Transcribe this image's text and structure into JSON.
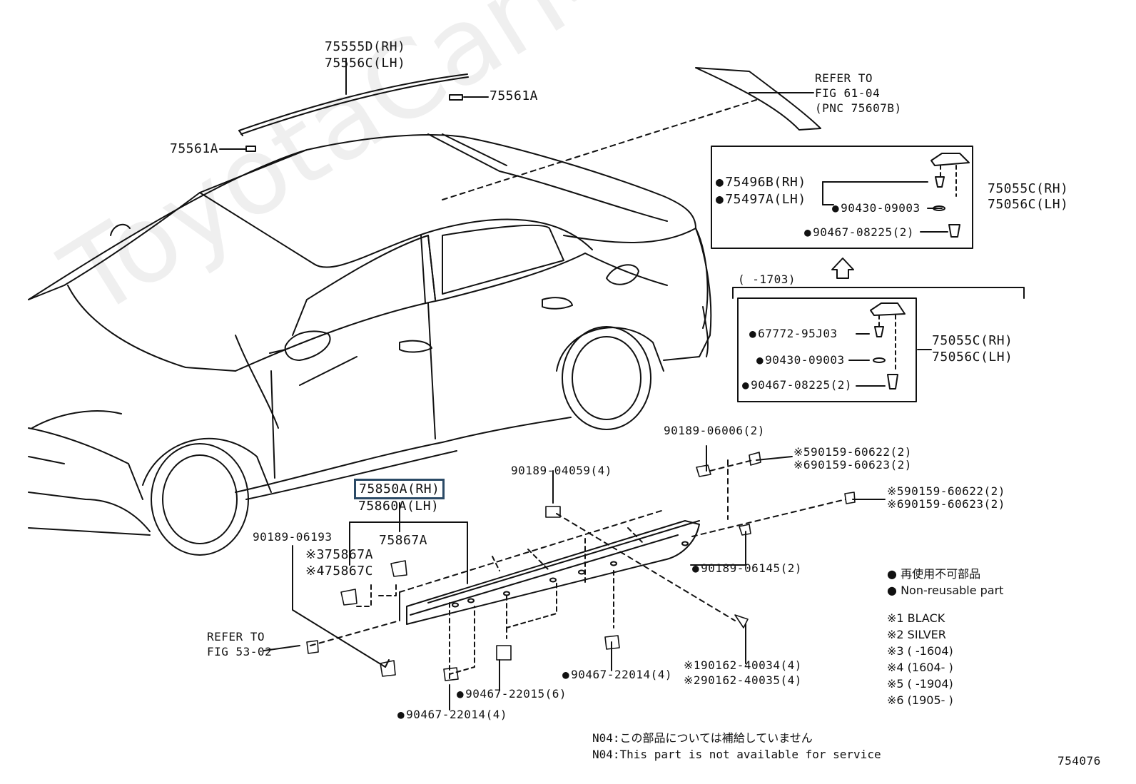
{
  "watermark": "ToyotaCarMine.ru",
  "figure_number": "754076",
  "labels": {
    "moulding_top_rh": "75555D(RH)",
    "moulding_top_lh": "75556C(LH)",
    "clip_top_right": "75561A",
    "clip_top_left": "75561A",
    "refer_top_1": "REFER TO",
    "refer_top_2": "FIG 61-04",
    "refer_top_3": "(PNC 75607B)",
    "upper_box_rh": "75055C(RH)",
    "upper_box_lh": "75056C(LH)",
    "upper_box_a": "75496B(RH)",
    "upper_box_b": "75497A(LH)",
    "upper_box_c": "90430-09003",
    "upper_box_d": "90467-08225(2)",
    "range_1703": "(    -1703)",
    "lower_box_rh": "75055C(RH)",
    "lower_box_lh": "75056C(LH)",
    "lower_box_a": "67772-95J03",
    "lower_box_b": "90430-09003",
    "lower_box_c": "90467-08225(2)",
    "rocker_rh": "75850A(RH)",
    "rocker_lh": "75860A(LH)",
    "p_90189_06193": "90189-06193",
    "p_75867a_top": "75867A",
    "p_75867a_3": "※375867A",
    "p_75867c_4": "※475867C",
    "p_90189_04059": "90189-04059(4)",
    "p_90189_06006": "90189-06006(2)",
    "p_90159_60622_a": "※590159-60622(2)",
    "p_90159_60623_a": "※690159-60623(2)",
    "p_90159_60622_b": "※590159-60622(2)",
    "p_90159_60623_b": "※690159-60623(2)",
    "p_90189_06145": "90189-06145(2)",
    "refer_left_1": "REFER TO",
    "refer_left_2": "FIG 53-02",
    "p_90162_40034": "※190162-40034(4)",
    "p_90162_40035": "※290162-40035(4)",
    "p_90467_22014_a": "90467-22014(4)",
    "p_90467_22015": "90467-22015(6)",
    "p_90467_22014_b": "90467-22014(4)"
  },
  "legend": {
    "nonreusable_jp": "再使用不可部品",
    "nonreusable_en": "Non-reusable part",
    "items": [
      "※1 BLACK",
      "※2 SILVER",
      "※3 (      -1604)",
      "※4 (1604-      )",
      "※5 (      -1904)",
      "※6 (1905-      )"
    ]
  },
  "notes": {
    "jp": "N04:この部品については補給していません",
    "en": "N04:This part is not available for service"
  }
}
